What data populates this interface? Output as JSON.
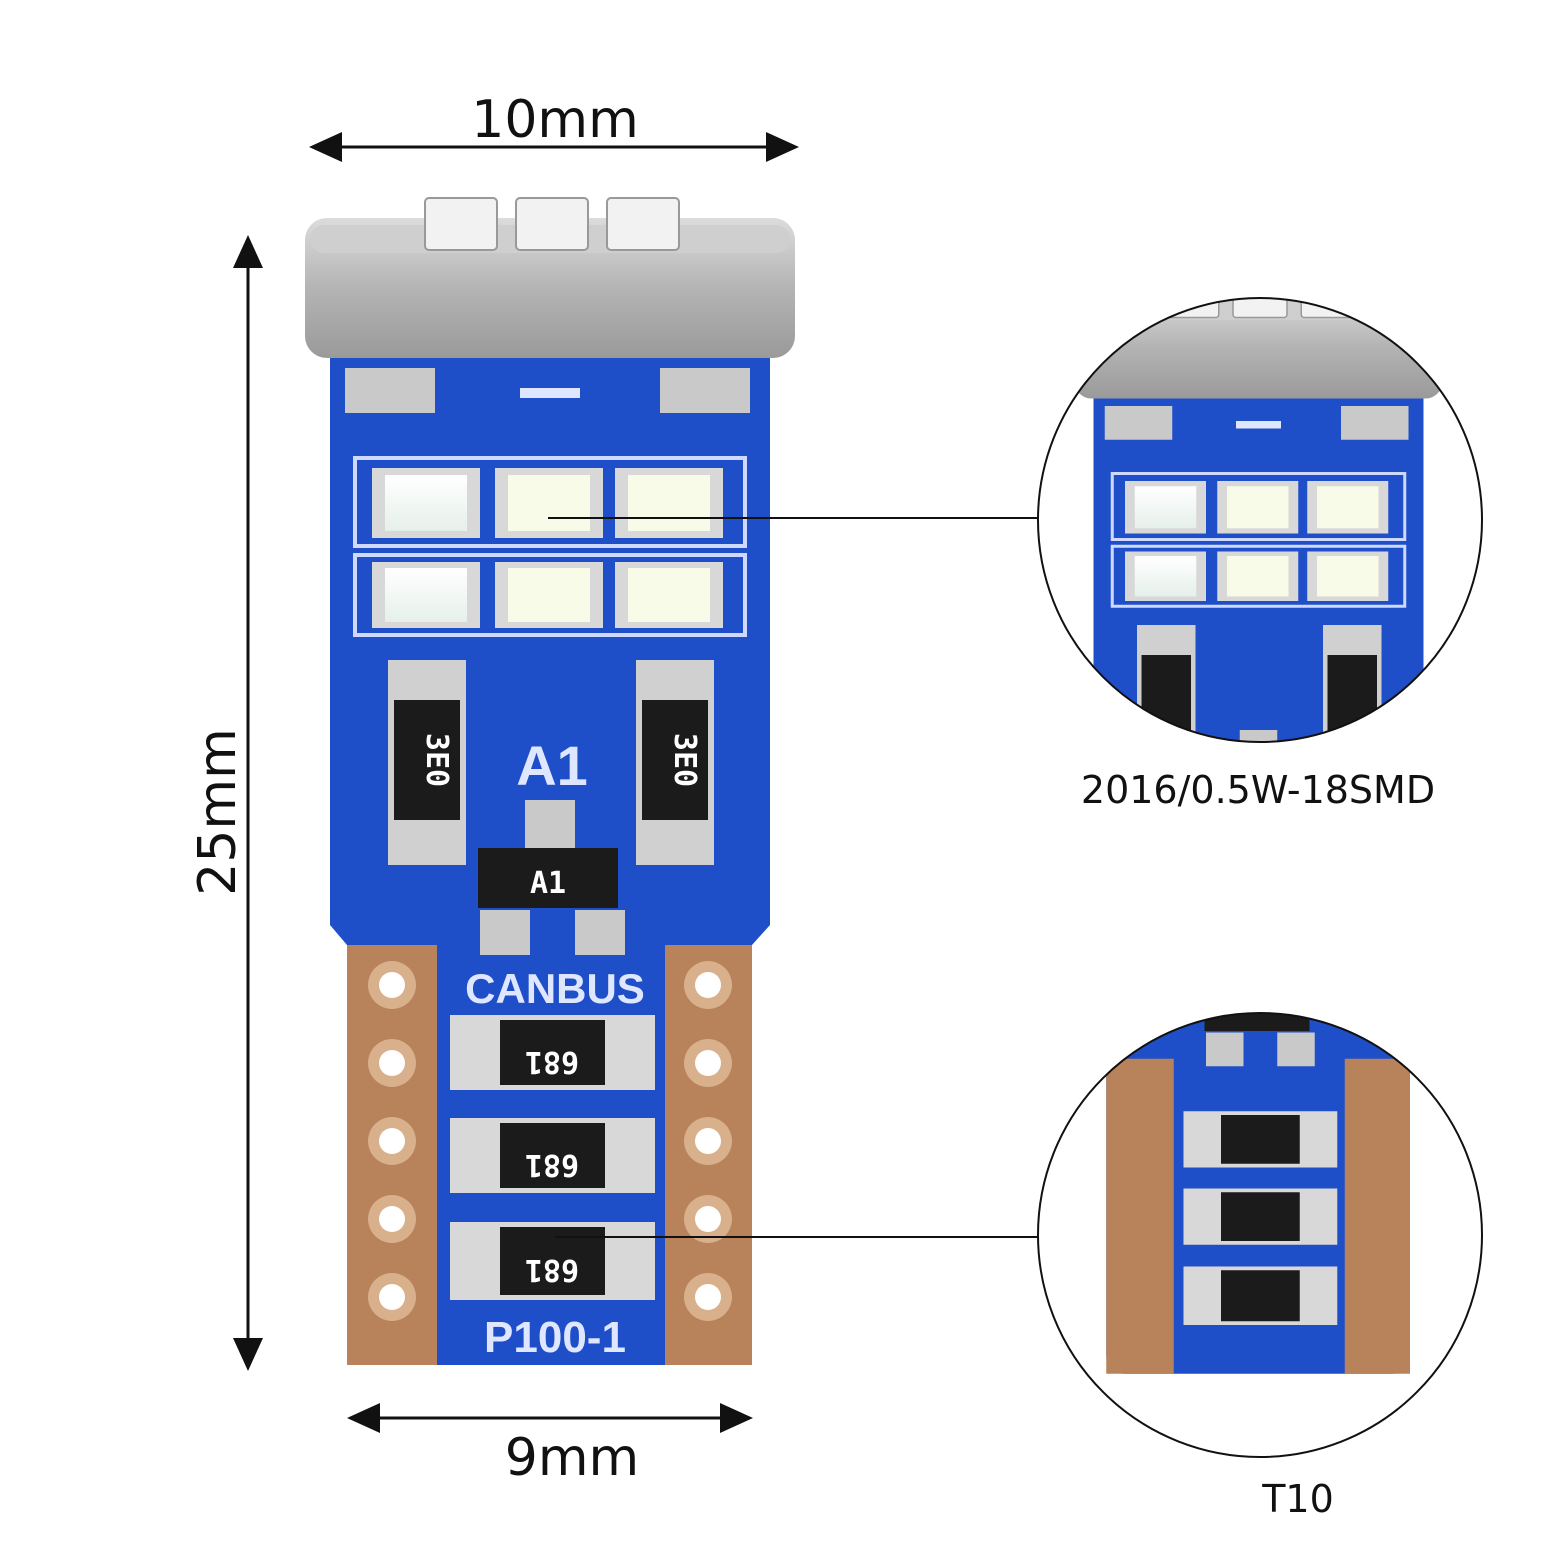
{
  "dimensions": {
    "top_width": "10mm",
    "height": "25mm",
    "bottom_width": "9mm"
  },
  "pcb_markings": {
    "top_label": "A1",
    "transistor_label": "A1",
    "canbus_label": "CANBUS",
    "model_label": "P100-1",
    "resistor_small_code": "3E0",
    "resistor_large_code": "681"
  },
  "callouts": {
    "led_spec": "2016/0.5W-18SMD",
    "bulb_type": "T10"
  },
  "colors": {
    "pcb_blue": "#1f4fc8",
    "pcb_dark": "#0c2f8f",
    "copper": "#b8825a",
    "led_white": "#f4f8f2",
    "housing_gray": "#b9b9b9"
  }
}
